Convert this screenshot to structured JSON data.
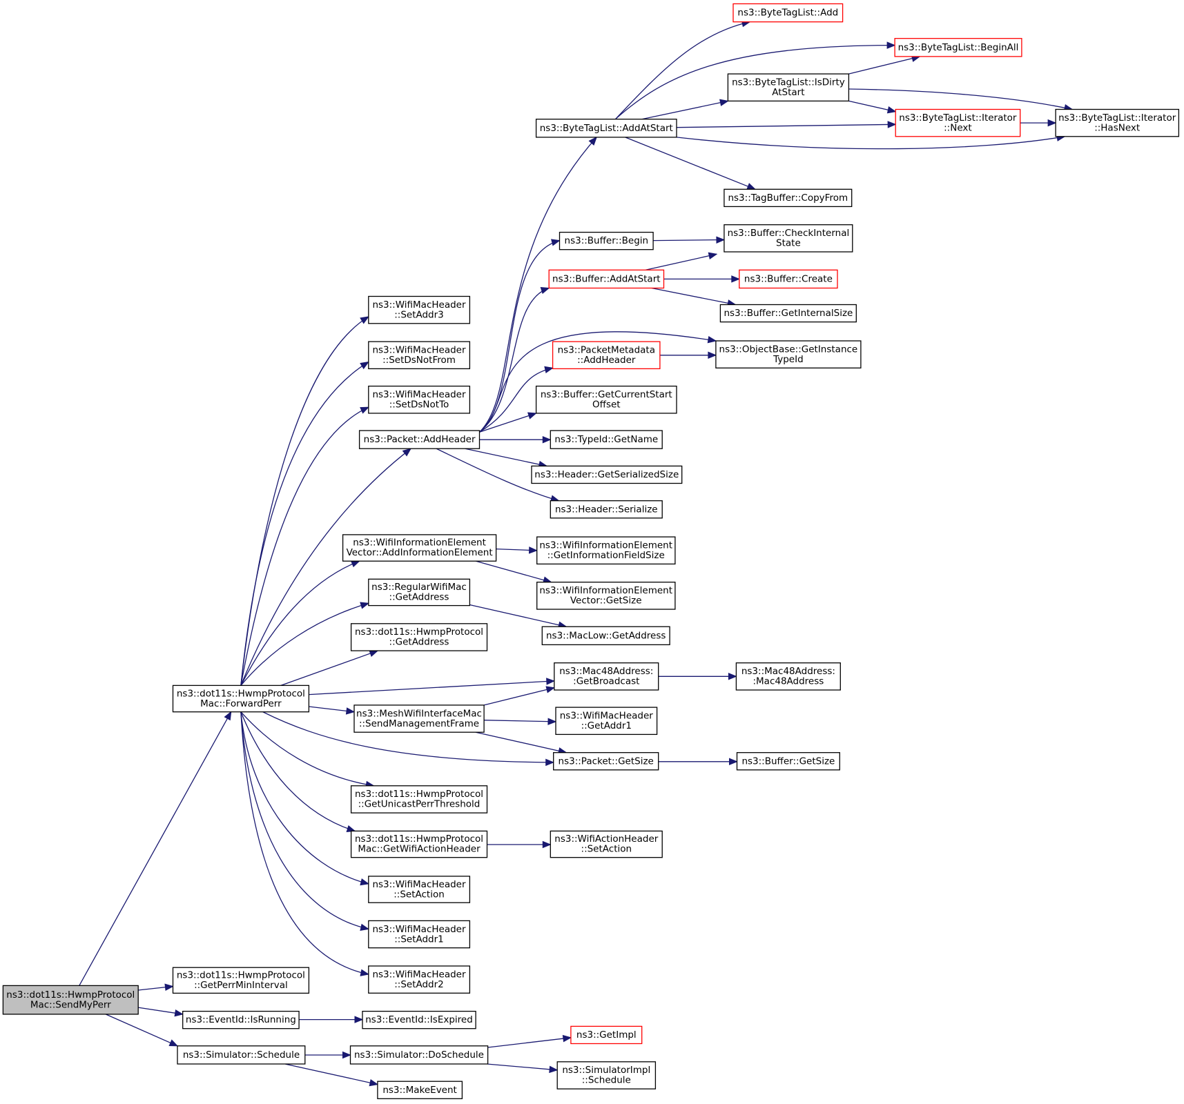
{
  "colors": {
    "edge": "#191970",
    "node_border": "#000000",
    "truncated_border": "#ff0000",
    "root_fill": "#bfbfbf",
    "node_fill": "#ffffff",
    "background": "#ffffff"
  },
  "nodes": [
    {
      "id": "root",
      "lines": [
        "ns3::dot11s::HwmpProtocol",
        "Mac::SendMyPerr"
      ],
      "root": true
    },
    {
      "id": "forwardperr",
      "lines": [
        "ns3::dot11s::HwmpProtocol",
        "Mac::ForwardPerr"
      ]
    },
    {
      "id": "getperrmin",
      "lines": [
        "ns3::dot11s::HwmpProtocol",
        "::GetPerrMinInterval"
      ]
    },
    {
      "id": "isrunning",
      "lines": [
        "ns3::EventId::IsRunning"
      ]
    },
    {
      "id": "schedule",
      "lines": [
        "ns3::Simulator::Schedule"
      ]
    },
    {
      "id": "isexpired",
      "lines": [
        "ns3::EventId::IsExpired"
      ]
    },
    {
      "id": "doschedule",
      "lines": [
        "ns3::Simulator::DoSchedule"
      ]
    },
    {
      "id": "makeevent",
      "lines": [
        "ns3::MakeEvent"
      ]
    },
    {
      "id": "getimpl",
      "lines": [
        "ns3::GetImpl"
      ],
      "truncated": true
    },
    {
      "id": "simimplschedule",
      "lines": [
        "ns3::SimulatorImpl",
        "::Schedule"
      ]
    },
    {
      "id": "setaddr3",
      "lines": [
        "ns3::WifiMacHeader",
        "::SetAddr3"
      ]
    },
    {
      "id": "setdsnotfrom",
      "lines": [
        "ns3::WifiMacHeader",
        "::SetDsNotFrom"
      ]
    },
    {
      "id": "setdsnotto",
      "lines": [
        "ns3::WifiMacHeader",
        "::SetDsNotTo"
      ]
    },
    {
      "id": "addheader",
      "lines": [
        "ns3::Packet::AddHeader"
      ]
    },
    {
      "id": "addinfoelem",
      "lines": [
        "ns3::WifiInformationElement",
        "Vector::AddInformationElement"
      ]
    },
    {
      "id": "regulargetaddr",
      "lines": [
        "ns3::RegularWifiMac",
        "::GetAddress"
      ]
    },
    {
      "id": "hwmpgetaddr",
      "lines": [
        "ns3::dot11s::HwmpProtocol",
        "::GetAddress"
      ]
    },
    {
      "id": "sendmgmt",
      "lines": [
        "ns3::MeshWifiInterfaceMac",
        "::SendManagementFrame"
      ]
    },
    {
      "id": "getunicastperr",
      "lines": [
        "ns3::dot11s::HwmpProtocol",
        "::GetUnicastPerrThreshold"
      ]
    },
    {
      "id": "getwifiaction",
      "lines": [
        "ns3::dot11s::HwmpProtocol",
        "Mac::GetWifiActionHeader"
      ]
    },
    {
      "id": "setaction",
      "lines": [
        "ns3::WifiMacHeader",
        "::SetAction"
      ]
    },
    {
      "id": "setaddr1",
      "lines": [
        "ns3::WifiMacHeader",
        "::SetAddr1"
      ]
    },
    {
      "id": "setaddr2",
      "lines": [
        "ns3::WifiMacHeader",
        "::SetAddr2"
      ]
    },
    {
      "id": "bytetagaddatstart",
      "lines": [
        "ns3::ByteTagList::AddAtStart"
      ]
    },
    {
      "id": "bufferbegin",
      "lines": [
        "ns3::Buffer::Begin"
      ]
    },
    {
      "id": "bufferaddatstart",
      "lines": [
        "ns3::Buffer::AddAtStart"
      ],
      "truncated": true
    },
    {
      "id": "pmaddheader",
      "lines": [
        "ns3::PacketMetadata",
        "::AddHeader"
      ],
      "truncated": true
    },
    {
      "id": "getcurrentstart",
      "lines": [
        "ns3::Buffer::GetCurrentStart",
        "Offset"
      ]
    },
    {
      "id": "typeidgetname",
      "lines": [
        "ns3::TypeId::GetName"
      ]
    },
    {
      "id": "headergetser",
      "lines": [
        "ns3::Header::GetSerializedSize"
      ]
    },
    {
      "id": "headerserialize",
      "lines": [
        "ns3::Header::Serialize"
      ]
    },
    {
      "id": "getinfofieldsize",
      "lines": [
        "ns3::WifiInformationElement",
        "::GetInformationFieldSize"
      ]
    },
    {
      "id": "wievecgetsize",
      "lines": [
        "ns3::WifiInformationElement",
        "Vector::GetSize"
      ]
    },
    {
      "id": "maclowgetaddr",
      "lines": [
        "ns3::MacLow::GetAddress"
      ]
    },
    {
      "id": "getbroadcast",
      "lines": [
        "ns3::Mac48Address:",
        ":GetBroadcast"
      ]
    },
    {
      "id": "getaddr1",
      "lines": [
        "ns3::WifiMacHeader",
        "::GetAddr1"
      ]
    },
    {
      "id": "packetgetsize",
      "lines": [
        "ns3::Packet::GetSize"
      ]
    },
    {
      "id": "wifiactionsetaction",
      "lines": [
        "ns3::WifiActionHeader",
        "::SetAction"
      ]
    },
    {
      "id": "btladd",
      "lines": [
        "ns3::ByteTagList::Add"
      ],
      "truncated": true
    },
    {
      "id": "btlbeginall",
      "lines": [
        "ns3::ByteTagList::BeginAll"
      ],
      "truncated": true
    },
    {
      "id": "btlisdirty",
      "lines": [
        "ns3::ByteTagList::IsDirty",
        "AtStart"
      ]
    },
    {
      "id": "btliternext",
      "lines": [
        "ns3::ByteTagList::Iterator",
        "::Next"
      ],
      "truncated": true
    },
    {
      "id": "btlhasnext",
      "lines": [
        "ns3::ByteTagList::Iterator",
        "::HasNext"
      ]
    },
    {
      "id": "tagbuffercopy",
      "lines": [
        "ns3::TagBuffer::CopyFrom"
      ]
    },
    {
      "id": "checkinternal",
      "lines": [
        "ns3::Buffer::CheckInternal",
        "State"
      ]
    },
    {
      "id": "buffercreate",
      "lines": [
        "ns3::Buffer::Create"
      ],
      "truncated": true
    },
    {
      "id": "getinternalsize",
      "lines": [
        "ns3::Buffer::GetInternalSize"
      ]
    },
    {
      "id": "gettypeid",
      "lines": [
        "ns3::ObjectBase::GetInstance",
        "TypeId"
      ]
    },
    {
      "id": "mac48addr",
      "lines": [
        "ns3::Mac48Address:",
        ":Mac48Address"
      ]
    },
    {
      "id": "buffergetsize",
      "lines": [
        "ns3::Buffer::GetSize"
      ]
    }
  ]
}
